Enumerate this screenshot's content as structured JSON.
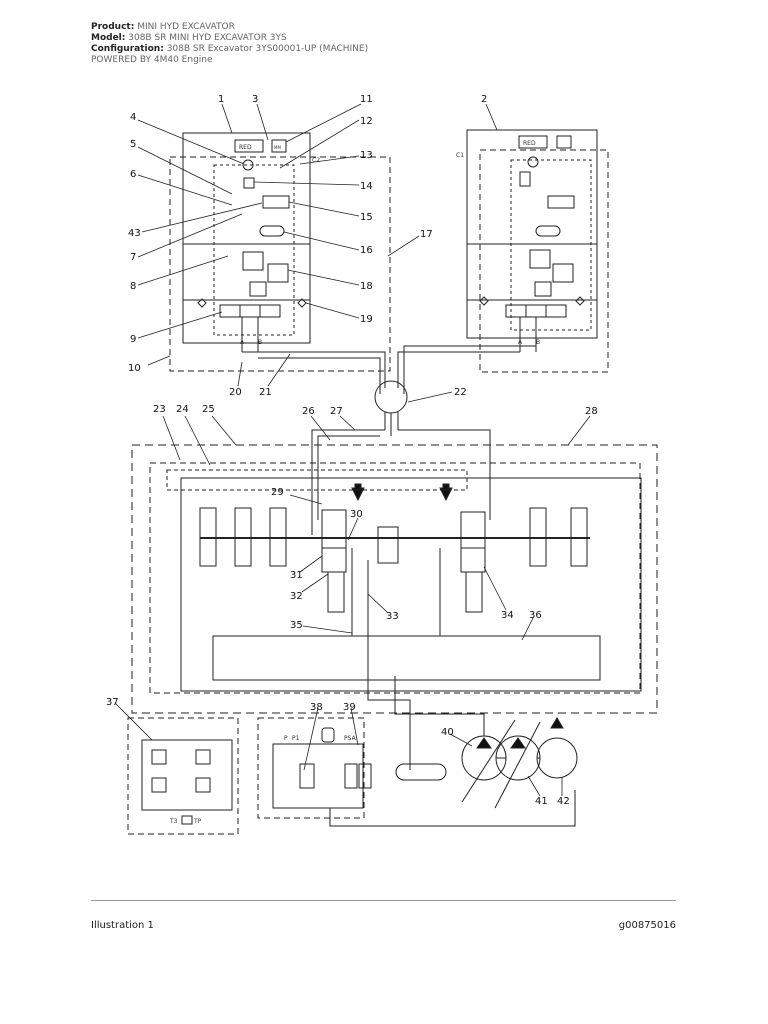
{
  "header": {
    "product_label": "Product:",
    "product_value": "MINI HYD EXCAVATOR",
    "model_label": "Model:",
    "model_value": "308B SR MINI HYD EXCAVATOR 3YS",
    "config_label": "Configuration:",
    "config_value": "308B SR Excavator 3YS00001-UP (MACHINE)",
    "powered": "POWERED BY 4M40 Engine"
  },
  "diagram": {
    "callouts": [
      "1",
      "2",
      "3",
      "4",
      "5",
      "6",
      "7",
      "8",
      "9",
      "10",
      "11",
      "12",
      "13",
      "14",
      "15",
      "16",
      "17",
      "18",
      "19",
      "20",
      "21",
      "22",
      "23",
      "24",
      "25",
      "26",
      "27",
      "28",
      "29",
      "30",
      "31",
      "32",
      "33",
      "34",
      "35",
      "36",
      "37",
      "38",
      "39",
      "40",
      "41",
      "42",
      "43"
    ],
    "small_labels": {
      "red_left": "RED",
      "red_right": "RED",
      "mm": "MM",
      "c2": "C2",
      "c1": "C1",
      "a_left": "A",
      "b_left": "B",
      "a_right": "A",
      "b_right": "B",
      "t3": "T3",
      "tp": "TP",
      "p": "P",
      "psa": "PSA",
      "p1": "P1"
    }
  },
  "footer": {
    "caption": "Illustration 1",
    "code": "g00875016"
  }
}
